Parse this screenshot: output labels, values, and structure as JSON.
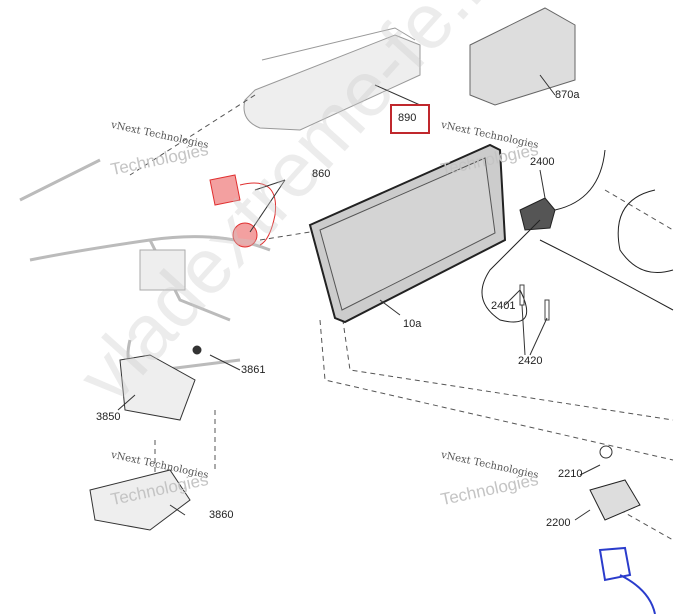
{
  "parts": [
    {
      "id": "890",
      "selected": true
    },
    {
      "id": "870a"
    },
    {
      "id": "860"
    },
    {
      "id": "2400"
    },
    {
      "id": "10a"
    },
    {
      "id": "2401"
    },
    {
      "id": "2420"
    },
    {
      "id": "3861"
    },
    {
      "id": "3850"
    },
    {
      "id": "3860"
    },
    {
      "id": "2210"
    },
    {
      "id": "2200"
    }
  ],
  "labels": {
    "p890": "890",
    "p870a": "870a",
    "p860": "860",
    "p2400": "2400",
    "p10a": "10a",
    "p2401": "2401",
    "p2420": "2420",
    "p3861": "3861",
    "p3850": "3850",
    "p3860": "3860",
    "p2210": "2210",
    "p2200": "2200"
  },
  "watermark": {
    "vnext": "vNext Technologies",
    "vnext_short": "vNext",
    "tech": "Technologies",
    "site": "vladextreme-fe.ru"
  },
  "colors": {
    "highlight": "#c0282d",
    "part_red": "#e03030",
    "part_blue": "#2a3ccc"
  }
}
